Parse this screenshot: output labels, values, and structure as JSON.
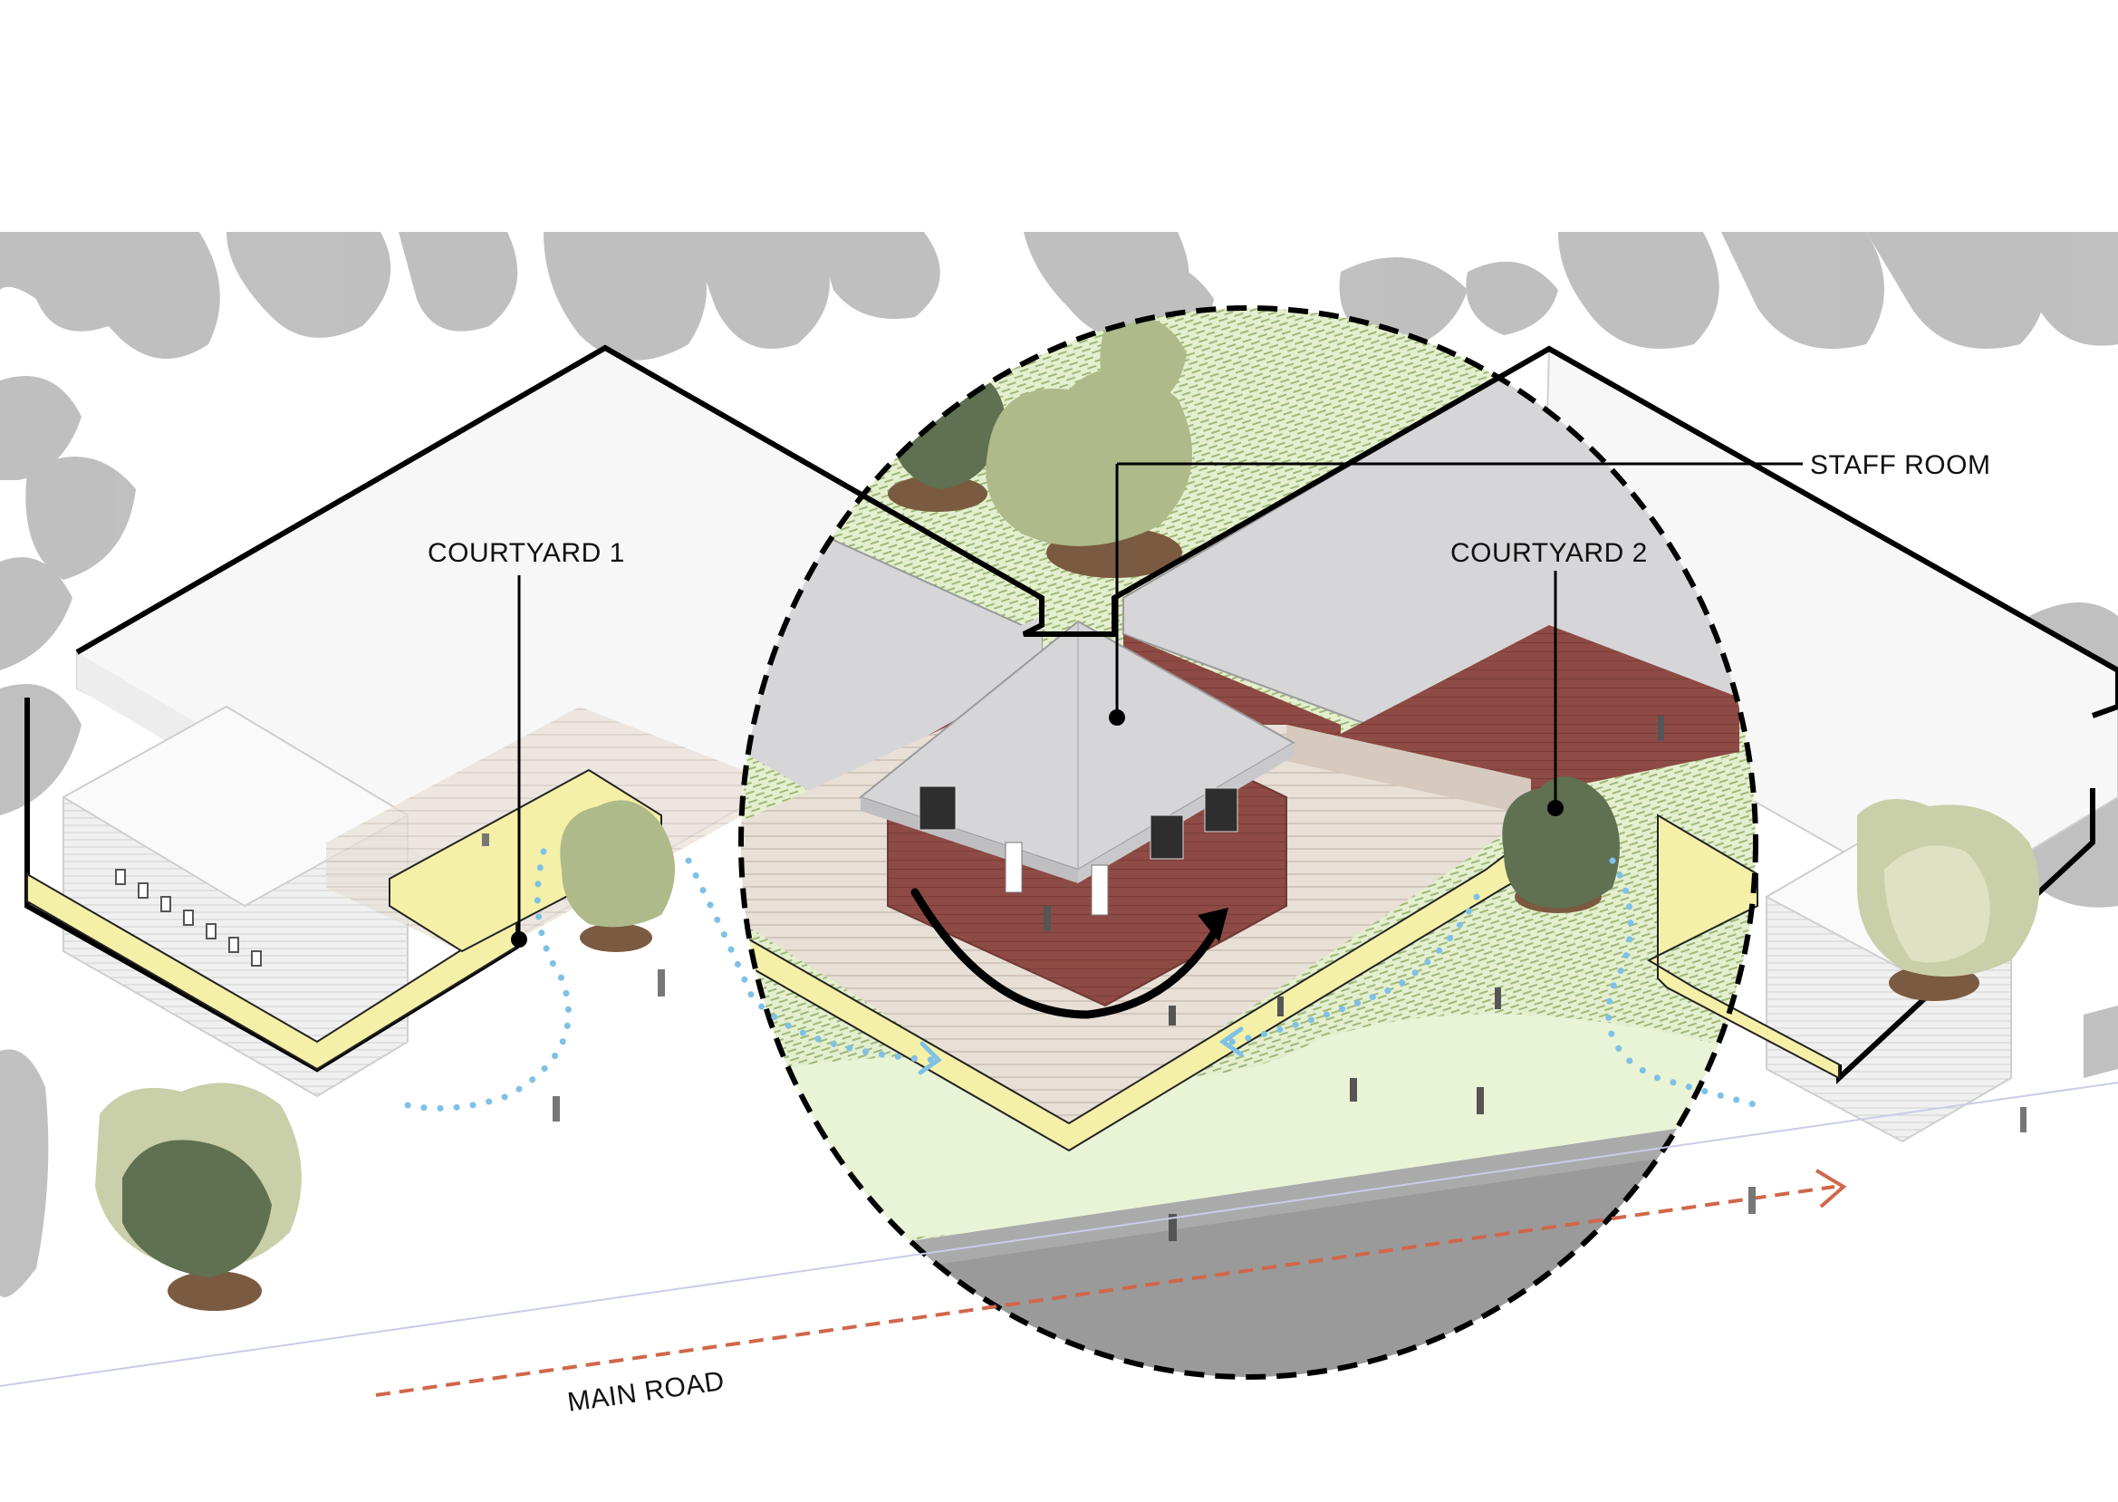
{
  "labels": {
    "courtyard1": "COURTYARD 1",
    "courtyard2": "COURTYARD 2",
    "staff_room": "STAFF ROOM",
    "main_road": "MAIN ROAD"
  },
  "colors": {
    "background": "#ffffff",
    "tree_shadow": "#b9b9b9",
    "roof": "#d6d6d8",
    "roof_edge": "#9a9a9c",
    "brick": "#8e4a44",
    "brick_dark": "#6f3834",
    "terrace": "#e7ddd3",
    "path_yellow": "#f5f0a8",
    "grass_hatch": "#a7be7d",
    "grass_light": "#e9f3d6",
    "road": "#9a9a9a",
    "tree_dark": "#6a7d56",
    "tree_mid": "#9cae7c",
    "tree_light": "#c9cfa9",
    "planter": "#7a5a40",
    "outline": "#000000",
    "flow_dots": "#7fc1e6",
    "road_arrow": "#d0674a"
  },
  "icons": {
    "circulation_arrow": "curved-arrow-icon",
    "flow_path": "dotted-flow-icon",
    "road_direction": "dashed-arrow-icon"
  }
}
